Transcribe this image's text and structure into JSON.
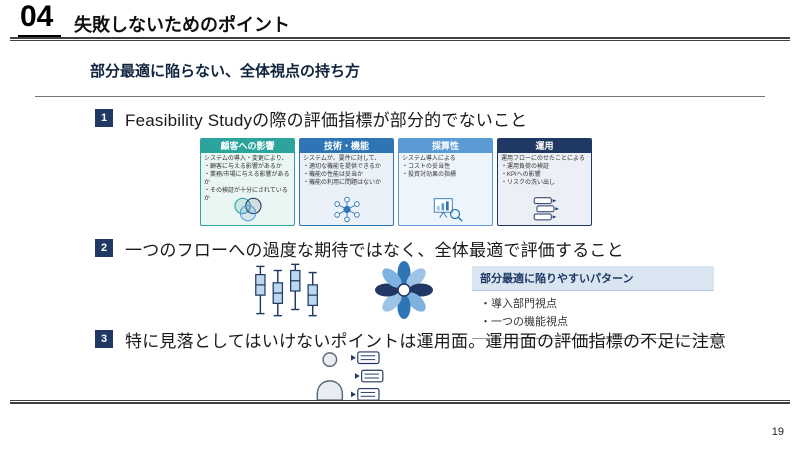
{
  "colors": {
    "navy": "#1F3864",
    "teal": "#2AA49C",
    "blue": "#2E75B6",
    "light_blue": "#5B9BD5",
    "panel_header_bg": "#D9E6F2"
  },
  "header": {
    "slide_number": "04",
    "title": "失敗しないためのポイント"
  },
  "subtitle": "部分最適に陥らない、全体視点の持ち方",
  "sections": [
    {
      "badge": "1",
      "heading": "Feasibility Studyの際の評価指標が部分的でないこと"
    },
    {
      "badge": "2",
      "heading": "一つのフローへの過度な期待ではなく、全体最適で評価すること"
    },
    {
      "badge": "3",
      "heading": "特に見落としてはいけないポイントは運用面。運用面の評価指標の不足に注意"
    }
  ],
  "cards": [
    {
      "title": "顧客への影響",
      "icon": "venn-people-icon",
      "lines": [
        "システムの導入・変更により、",
        "・顧客に与える影響があるか",
        "・業務/市場に与える影響があるか",
        "・その検証が十分にされているか"
      ]
    },
    {
      "title": "技術・機能",
      "icon": "network-icon",
      "lines": [
        "システムが、要件に対して、",
        "・適切な機能を提供できるか",
        "・機能の性能は妥当か",
        "・機能の利用に問題はないか"
      ]
    },
    {
      "title": "採算性",
      "icon": "bar-chart-magnifier-icon",
      "lines": [
        "システム導入による",
        "・コストの妥当性",
        "・投資対効果の指標"
      ]
    },
    {
      "title": "運用",
      "icon": "workflow-steps-icon",
      "lines": [
        "運用フローにのせたことによる",
        "・運用負荷の検証",
        "・KPIへの影響",
        "・リスクの洗い出し"
      ]
    }
  ],
  "pattern_panel": {
    "title": "部分最適に陥りやすいパターン",
    "items": [
      "・導入部門視点",
      "・一つの機能視点"
    ]
  },
  "footer": {
    "page_number": "19"
  }
}
